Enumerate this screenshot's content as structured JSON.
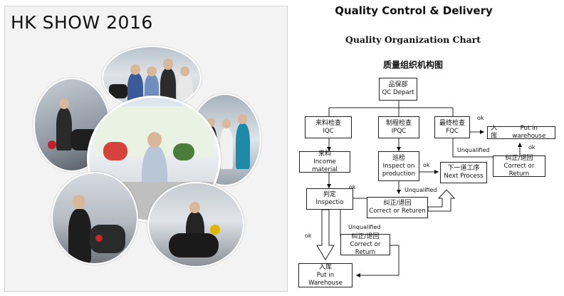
{
  "left_panel": {
    "title": "HK SHOW 2016"
  },
  "right_panel": {
    "heading": "Quality Control & Delivery",
    "subheading": "Quality Organization Chart",
    "chinese_heading": "质量组织机构图",
    "nodes": {
      "qc_depart": {
        "cn": "品保部",
        "en": "QC Depart"
      },
      "iqc": {
        "cn": "来料检查",
        "en": "IQC"
      },
      "ipqc": {
        "cn": "制程检查",
        "en": "IPQC"
      },
      "fqc": {
        "cn": "最终检查",
        "en": "FQC"
      },
      "put_in_warehouse_top": {
        "cn": "入库",
        "en": "Put in warehouse"
      },
      "income_material": {
        "cn": "来料",
        "en": "Income material"
      },
      "inspect_production": {
        "cn": "巡检",
        "en": "Inspect on production"
      },
      "next_process": {
        "cn": "下一道工序",
        "en": "Next Process"
      },
      "correct_return_right": {
        "cn": "纠正/退回",
        "en": "Correct or Return"
      },
      "judge": {
        "cn": "判定",
        "en": "Inspectio"
      },
      "correct_return_mid": {
        "cn": "纠正/退回",
        "en": "Correct or Returen"
      },
      "correct_return_bottom": {
        "cn": "纠正/退回",
        "en": "Correct or Return"
      },
      "put_in_warehouse_bottom": {
        "cn": "入库",
        "en": "Put in Warehouse"
      }
    },
    "labels": {
      "ok_fqc": "ok",
      "unqualified_fqc": "Unqualified",
      "ok_return_loop": "ok",
      "ok_inspect": "ok",
      "unqualified_inspect": "Unqualified",
      "ok_judge_right": "ok",
      "ok_judge_down": "ok",
      "unqualified_judge": "Unqualified"
    }
  }
}
